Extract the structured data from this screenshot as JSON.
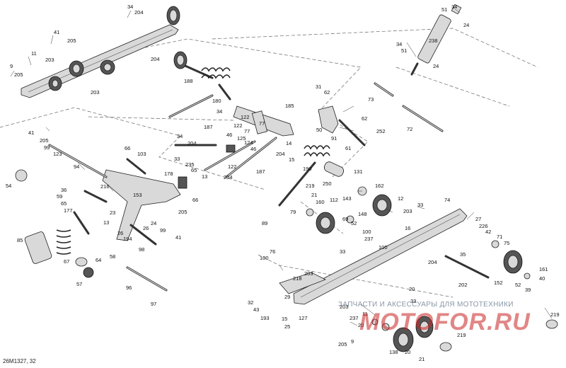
{
  "figure": {
    "code": "26M1327, 32",
    "watermark_text": "ЗАПЧАСТИ И АКСЕССУАРЫ ДЛЯ МОТОТЕХНИКИ",
    "watermark_logo": "MOTOFOR.RU",
    "accent": "#c82323"
  },
  "callouts": [
    "34",
    "204",
    "41",
    "205",
    "11",
    "203",
    "205",
    "9",
    "203",
    "204",
    "188",
    "180",
    "31",
    "62",
    "50",
    "91",
    "61",
    "252",
    "62",
    "34",
    "51",
    "24",
    "238",
    "34",
    "51",
    "24",
    "73",
    "72",
    "185",
    "34",
    "187",
    "46",
    "125",
    "124",
    "46",
    "122",
    "77",
    "122",
    "77",
    "204",
    "15",
    "14",
    "34",
    "204",
    "33",
    "235",
    "65",
    "13",
    "122",
    "204",
    "187",
    "190",
    "250",
    "131",
    "143",
    "162",
    "219",
    "21",
    "160",
    "112",
    "69",
    "52",
    "148",
    "12",
    "203",
    "16",
    "100",
    "237",
    "100",
    "33",
    "74",
    "27",
    "226",
    "71",
    "75",
    "33",
    "35",
    "42",
    "152",
    "52",
    "161",
    "40",
    "39",
    "202",
    "204",
    "41",
    "205",
    "99",
    "123",
    "66",
    "103",
    "94",
    "54",
    "178",
    "153",
    "216",
    "36",
    "59",
    "65",
    "177",
    "66",
    "205",
    "23",
    "13",
    "26",
    "194",
    "24",
    "26",
    "99",
    "41",
    "98",
    "85",
    "67",
    "57",
    "64",
    "58",
    "96",
    "97",
    "76",
    "100",
    "203",
    "218",
    "29",
    "32",
    "43",
    "193",
    "15",
    "25",
    "127",
    "203",
    "237",
    "20",
    "205",
    "138",
    "20",
    "21",
    "219",
    "219",
    "9",
    "11",
    "33",
    "20",
    "79",
    "89"
  ]
}
